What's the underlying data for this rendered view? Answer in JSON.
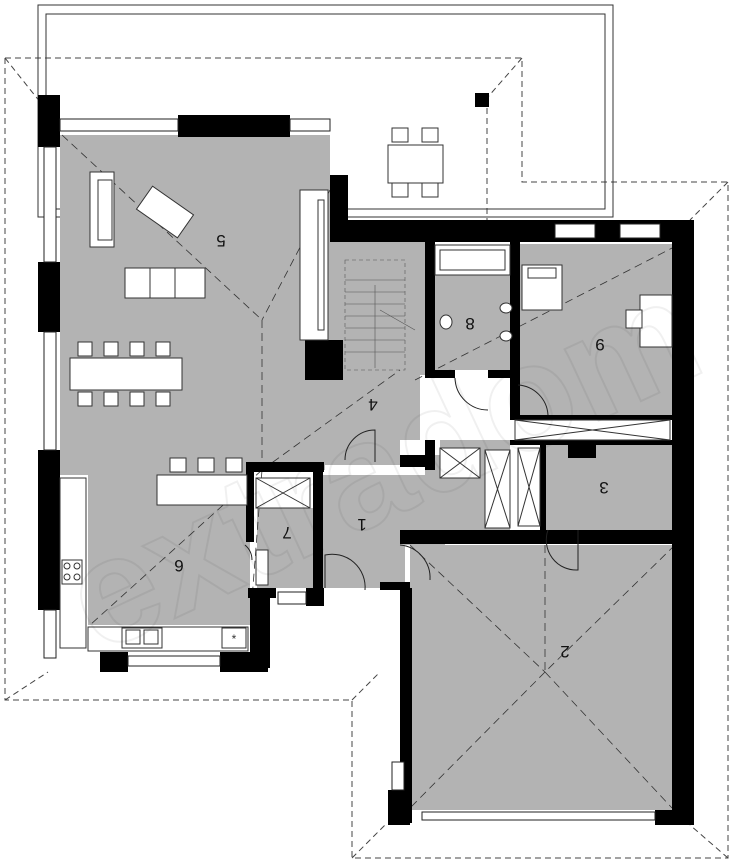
{
  "plan": {
    "rooms": [
      {
        "id": "room-1",
        "label": "1"
      },
      {
        "id": "room-2",
        "label": "2"
      },
      {
        "id": "room-3",
        "label": "3"
      },
      {
        "id": "room-4",
        "label": "4"
      },
      {
        "id": "room-5",
        "label": "5"
      },
      {
        "id": "room-6",
        "label": "6"
      },
      {
        "id": "room-7",
        "label": "7"
      },
      {
        "id": "room-8",
        "label": "8"
      },
      {
        "id": "room-9",
        "label": "9"
      }
    ],
    "watermark": "extradom",
    "colors": {
      "floor": "#b3b3b3",
      "wall": "#000000",
      "background": "#ffffff",
      "line": "#222222"
    }
  }
}
